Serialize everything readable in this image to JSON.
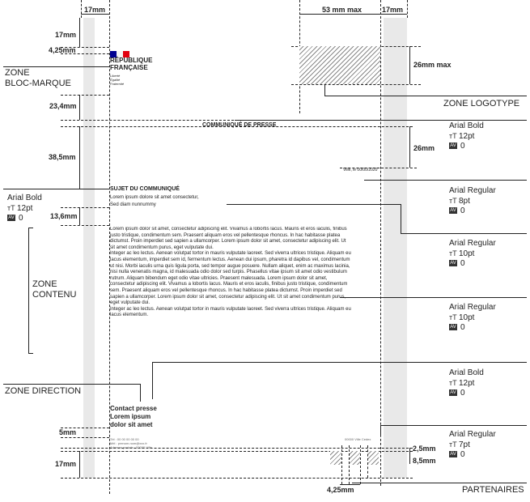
{
  "dims": {
    "left_margin": "17mm",
    "logo_width": "53 mm max",
    "right_margin": "17mm",
    "top_margin": "17mm",
    "marianne_gap": "4,25mm",
    "logo_height": "26mm max",
    "bloc_gap": "23,4mm",
    "title_zone": "38,5mm",
    "title_height": "26mm",
    "chapo_gap": "13,6mm",
    "bottom_gap": "5mm",
    "footer_gap_1": "2,5mm",
    "footer_gap_2": "8,5mm",
    "bottom_margin": "17mm",
    "partner_gap": "4,25mm"
  },
  "zones": {
    "bloc_marque": [
      "ZONE",
      "BLOC-MARQUE"
    ],
    "logotype": "ZONE LOGOTYPE",
    "contenu": [
      "ZONE",
      "CONTENU"
    ],
    "direction": "ZONE DIRECTION",
    "partenaires": "PARTENAIRES"
  },
  "specs": {
    "titre": {
      "font": "Arial Bold",
      "size": "12pt",
      "tracking": "0"
    },
    "chapo": {
      "font": "Arial Bold",
      "size": "12pt",
      "tracking": "0"
    },
    "date": {
      "font": "Arial Regular",
      "size": "8pt",
      "tracking": "0"
    },
    "corps": {
      "font": "Arial Regular",
      "size": "10pt",
      "tracking": "0"
    },
    "corps2": {
      "font": "Arial Regular",
      "size": "10pt",
      "tracking": "0"
    },
    "contact": {
      "font": "Arial Bold",
      "size": "12pt",
      "tracking": "0"
    },
    "footer": {
      "font": "Arial Regular",
      "size": "7pt",
      "tracking": "0"
    }
  },
  "doc": {
    "republique": [
      "RÉPUBLIQUE",
      "FRANÇAISE"
    ],
    "devise": [
      "Liberté",
      "Égalité",
      "Fraternité"
    ],
    "communique": "COMMUNIQUÉ DE PRESSE",
    "date": "Ville, le 00/00/2020",
    "sujet": "SUJET DU COMMUNIQUÉ",
    "chapo": [
      "Lorem ipsum dolore sit amet consectetur,",
      "Sed diam nunnummy"
    ],
    "body": [
      "Lorem ipsum dolor sit amet, consectetur adipiscing elit. Vivamus a lobortis lacus. Mauris et eros iaculis, finibus",
      "justo tristique, condimentum sem. Praesent aliquam eros vel pellentesque rhoncus. In hac habitasse platea",
      "dictumst. Proin imperdiet sed sapien a ullamcorper. Lorem ipsum dolor sit amet, consectetur adipiscing elit. Ut",
      "sit amet condimentum purus, eget vulputate dui.",
      "Integer ac leo lectus. Aenean volutpat tortor in mauris vulputate laoreet. Sed viverra ultrices tristique. Aliquam eu",
      "lacus elementum, imperdiet sem id, fermentum lectus. Aenean dui ipsum, pharetra id dapibus vel, condimentum",
      "ut nisi. Morbi iaculis urna quis ligula porta, sed tempor augue posuere. Nullam aliquet, enim ac maximus lacinia,",
      "nisi nulla venenatis magna, id malesuada odio dolor sed turpis. Phasellus vitae ipsum sit amet odio vestibulum",
      "rutrum. Aliquam bibendum eget odio vitae ultricies. Praesent malesuada. Lorem ipsum dolor sit amet,",
      "consectetur adipiscing elit. Vivamus a lobortis lacus. Mauris et eros iaculis, finibus justo tristique, condimentum",
      "sem. Praesent aliquam eros vel pellentesque rhoncus. In hac habitasse platea dictumst. Proin imperdiet sed",
      "sapien a ullamcorper. Lorem ipsum dolor sit amet, consectetur adipiscing elit. Ut sit amet condimentum purus,",
      "eget vulputate dui.",
      "Integer ac leo lectus. Aenean volutpat tortor in mauris vulputate laoreet. Sed viverra ultrices tristique. Aliquam eu",
      "lacus elementum."
    ],
    "contact": [
      "Contact presse",
      "Lorem ipsum",
      "dolor sit amet"
    ],
    "footer_left": [
      "Tél : 00 00 00 00 00",
      "Mél : prenom.nom@xxx.fr",
      "Adresse postale : 00000 Ville"
    ],
    "footer_right": [
      "00000 Ville Cedex"
    ]
  },
  "colors": {
    "blue": "#000091",
    "red": "#e1000f",
    "hatch": "#888888",
    "margin_bg": "#e9e9e9"
  }
}
